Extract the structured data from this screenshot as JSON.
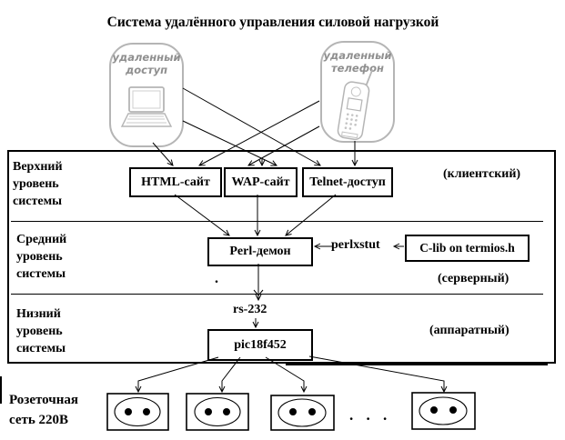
{
  "title": "Система удалённого управления силовой нагрузкой",
  "devices": {
    "remote_access": {
      "label": "удаленный\nдоступ",
      "icon": "laptop-icon"
    },
    "remote_phone": {
      "label": "удаленный\nтелефон",
      "icon": "cellphone-icon"
    }
  },
  "levels": {
    "top": {
      "name": "Верхний\nуровень\nсистемы",
      "type": "(клиентский)"
    },
    "middle": {
      "name": "Средний\nуровень\nсистемы",
      "type": "(серверный)"
    },
    "low": {
      "name": "Низний\nуровень\nсистемы",
      "type": "(аппаратный)"
    }
  },
  "nodes": {
    "html_site": "HTML-сайт",
    "wap_site": "WAP-сайт",
    "telnet_access": "Telnet-доступ",
    "perl_daemon": "Perl-демон",
    "perlxstut": "perlxstut",
    "c_lib": "C-lib on termios.h",
    "rs232": "rs-232",
    "pic": "pic18f452"
  },
  "power": {
    "label": "Розеточная\nсеть 220В",
    "ellipsis": ". . .",
    "outlet_count": 4
  },
  "artifacts": {
    "stray_dot": "."
  },
  "colors": {
    "line": "#000000",
    "device_outline": "#b5b5b5",
    "device_text": "#8f8f8f",
    "background": "#ffffff"
  }
}
